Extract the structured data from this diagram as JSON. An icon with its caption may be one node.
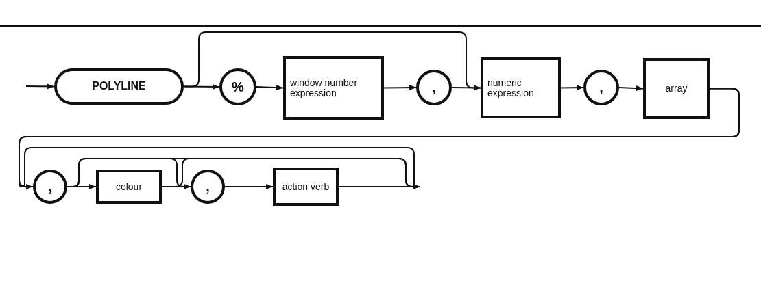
{
  "diagram": {
    "nodes": [
      {
        "text": [
          "POLYLINE"
        ]
      },
      {
        "text": [
          "%"
        ]
      },
      {
        "text": [
          "window number expression"
        ]
      },
      {
        "text": [
          ","
        ]
      },
      {
        "text": [
          "numeric expression"
        ]
      },
      {
        "text": [
          ","
        ]
      },
      {
        "text": [
          "array"
        ]
      },
      {
        "text": [
          ","
        ]
      },
      {
        "text": [
          "colour"
        ]
      },
      {
        "text": [
          ","
        ]
      },
      {
        "text": [
          "action verb"
        ]
      }
    ],
    "edges": [
      {
        "from": null,
        "to": 0,
        "arrow": "to"
      },
      {
        "from": 0,
        "to": 1,
        "arrow": "to"
      },
      {
        "from": 0,
        "to": 4,
        "arrow": "to"
      },
      {
        "from": 1,
        "to": 2,
        "arrow": "to"
      },
      {
        "from": 2,
        "to": 3,
        "arrow": "to"
      },
      {
        "from": 3,
        "to": 4,
        "arrow": "to"
      },
      {
        "from": 4,
        "to": 5,
        "arrow": "to"
      },
      {
        "from": 5,
        "to": 6,
        "arrow": "to"
      },
      {
        "from": 6,
        "to": 7,
        "arrow": "to"
      },
      {
        "from": 7,
        "to": 8,
        "arrow": "to"
      },
      {
        "from": 7,
        "to": 9,
        "arrow": "to"
      },
      {
        "from": 8,
        "to": 9,
        "arrow": "to"
      },
      {
        "from": 9,
        "to": 10,
        "arrow": "to"
      },
      {
        "from": 10,
        "to": null,
        "arrow": "to"
      },
      {
        "from": 8,
        "to": null,
        "arrow": "to"
      },
      {
        "from": 7,
        "to": null,
        "arrow": "to"
      },
      {
        "from": 6,
        "to": null,
        "arrow": "to"
      }
    ]
  }
}
